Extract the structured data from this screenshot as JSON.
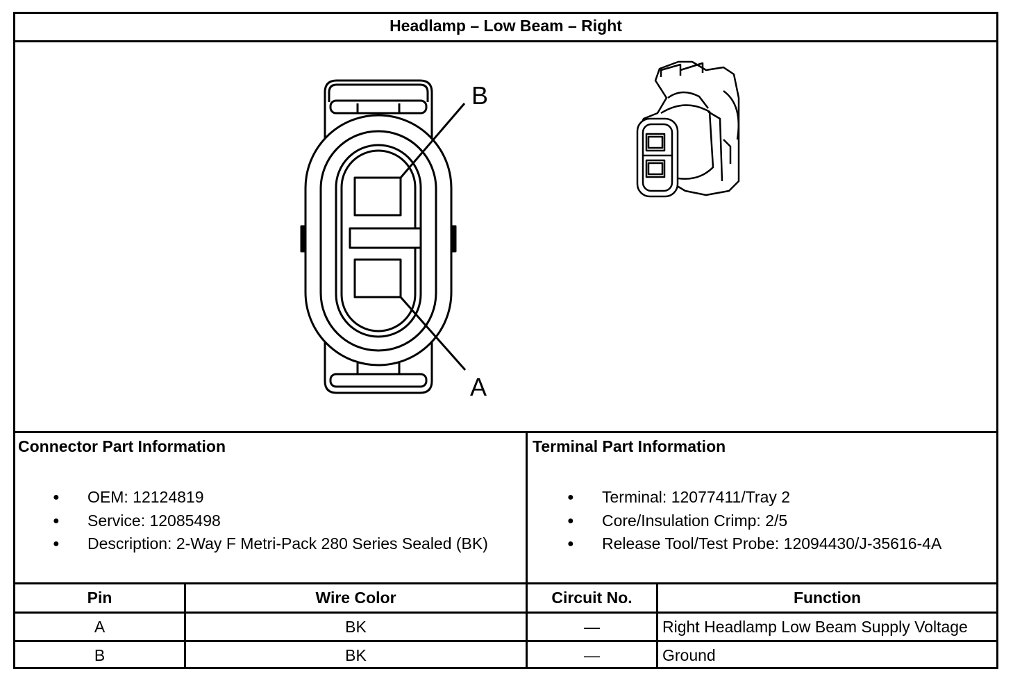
{
  "title": "Headlamp – Low Beam – Right",
  "connector_face": {
    "pin_labels": [
      "B",
      "A"
    ]
  },
  "connector_info": {
    "heading": "Connector Part Information",
    "items": [
      "OEM: 12124819",
      "Service: 12085498",
      "Description: 2-Way F Metri-Pack 280 Series Sealed (BK)"
    ]
  },
  "terminal_info": {
    "heading": "Terminal Part Information",
    "items": [
      "Terminal: 12077411/Tray 2",
      "Core/Insulation Crimp: 2/5",
      "Release Tool/Test Probe: 12094430/J-35616-4A"
    ]
  },
  "pin_table": {
    "headers": [
      "Pin",
      "Wire Color",
      "Circuit No.",
      "Function"
    ],
    "rows": [
      [
        "A",
        "BK",
        "—",
        "Right Headlamp Low Beam Supply Voltage"
      ],
      [
        "B",
        "BK",
        "—",
        "Ground"
      ]
    ]
  }
}
